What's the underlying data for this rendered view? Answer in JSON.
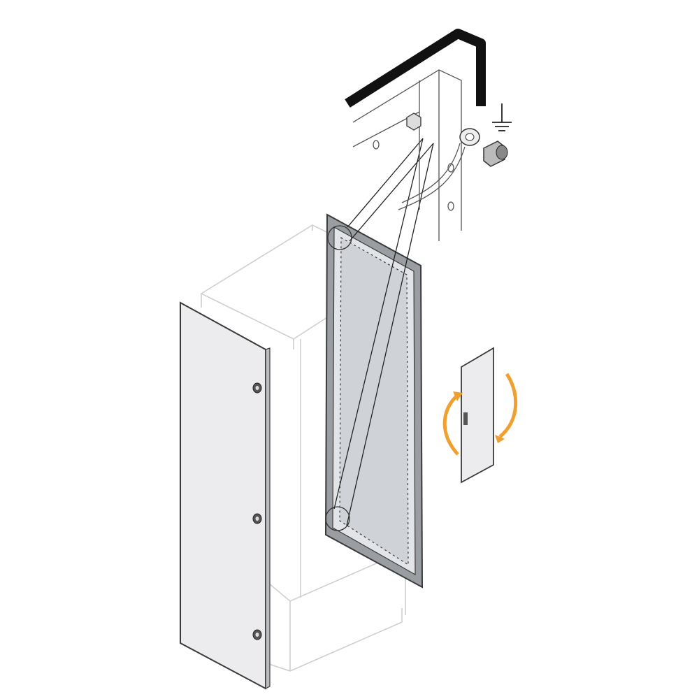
{
  "figure": {
    "subject": "enclosure-door-assembly",
    "colors": {
      "outline": "#3a3a3a",
      "ghost_cabinet": "#cfcfcf",
      "panel_fill": "#ececee",
      "glass_fill": "#cfd3d8",
      "frame_fill": "#9a9ea3",
      "rotation_arrow": "#f0a030"
    },
    "icons": [
      "earth-ground-symbol",
      "rotation-arrow",
      "ring-terminal",
      "nut",
      "bolt"
    ]
  }
}
